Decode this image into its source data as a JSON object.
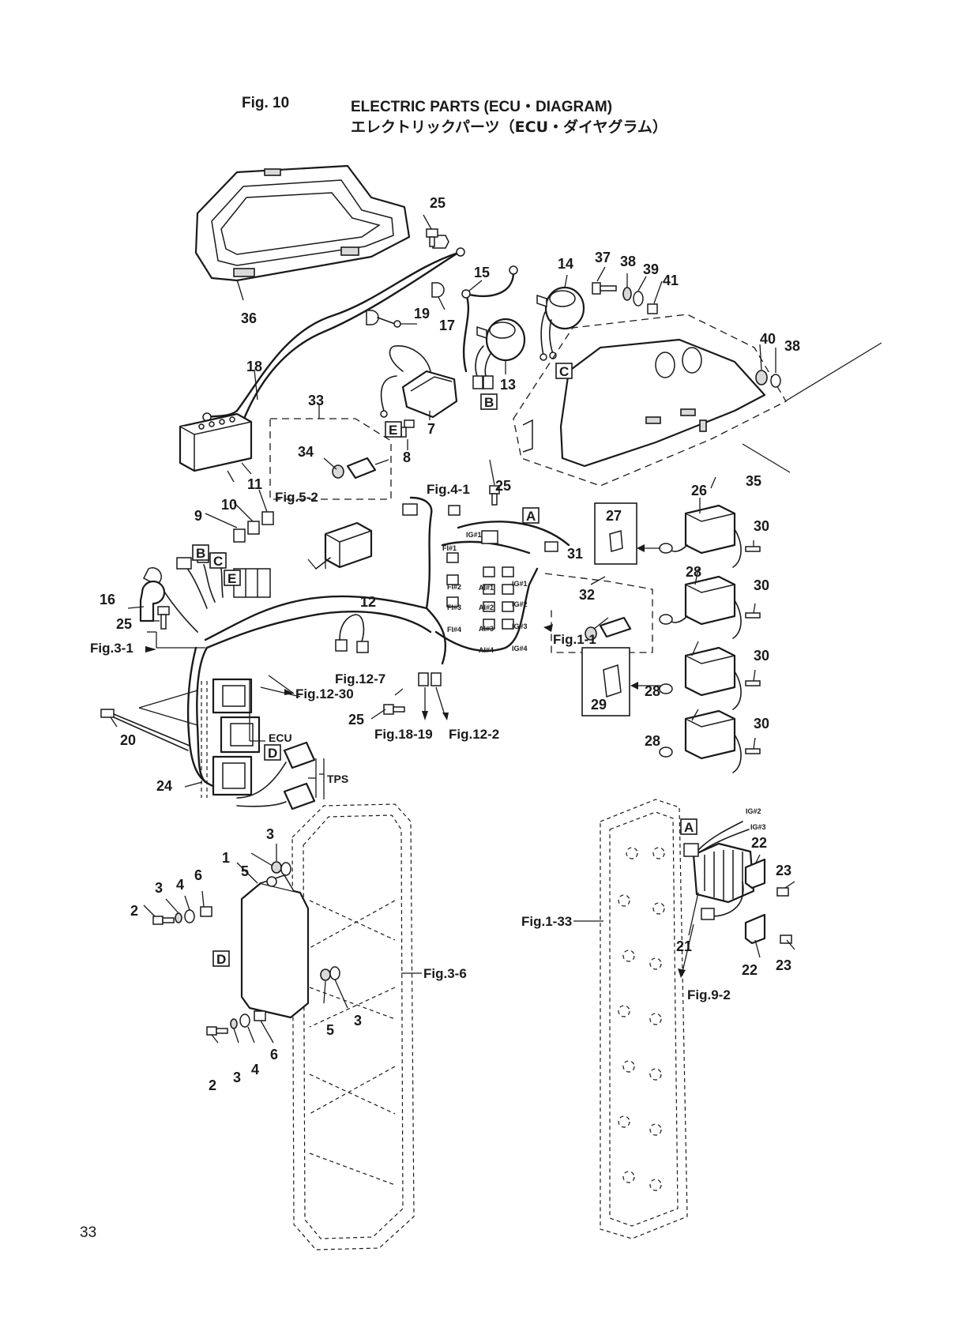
{
  "header": {
    "figure_number": "Fig. 10",
    "title_en": "ELECTRIC PARTS (ECU・DIAGRAM)",
    "title_jp": "エレクトリックパーツ（ECU・ダイヤグラム）"
  },
  "page_number": "33",
  "part_numbers": {
    "p1": "1",
    "p2a": "2",
    "p2b": "2",
    "p3a": "3",
    "p3b": "3",
    "p3c": "3",
    "p3d": "3",
    "p4a": "4",
    "p4b": "4",
    "p5a": "5",
    "p5b": "5",
    "p6a": "6",
    "p6b": "6",
    "p7": "7",
    "p8": "8",
    "p9": "9",
    "p10": "10",
    "p11": "11",
    "p12": "12",
    "p13": "13",
    "p14": "14",
    "p15": "15",
    "p16": "16",
    "p17": "17",
    "p18": "18",
    "p19": "19",
    "p20": "20",
    "p21": "21",
    "p22a": "22",
    "p22b": "22",
    "p23a": "23",
    "p23b": "23",
    "p24": "24",
    "p25a": "25",
    "p25b": "25",
    "p25c": "25",
    "p25d": "25",
    "p26": "26",
    "p27": "27",
    "p28a": "28",
    "p28b": "28",
    "p28c": "28",
    "p29": "29",
    "p30a": "30",
    "p30b": "30",
    "p30c": "30",
    "p30d": "30",
    "p31": "31",
    "p32": "32",
    "p33": "33",
    "p34": "34",
    "p35": "35",
    "p36": "36",
    "p37": "37",
    "p38a": "38",
    "p38b": "38",
    "p39": "39",
    "p40": "40",
    "p41": "41"
  },
  "figure_refs": {
    "fig5_2": "Fig.5-2",
    "fig4_1": "Fig.4-1",
    "fig3_1": "Fig.3-1",
    "fig12_30": "Fig.12-30",
    "fig12_7": "Fig.12-7",
    "fig18_19": "Fig.18-19",
    "fig12_2": "Fig.12-2",
    "fig1_1": "Fig.1-1",
    "fig1_33": "Fig.1-33",
    "fig3_6": "Fig.3-6",
    "fig9_2": "Fig.9-2"
  },
  "connector_letters": {
    "a1": "A",
    "a2": "A",
    "b1": "B",
    "b2": "B",
    "c1": "C",
    "c2": "C",
    "d1": "D",
    "d2": "D",
    "e1": "E",
    "e2": "E"
  },
  "wire_labels": {
    "fi1": "FI#1",
    "fi2": "FI#2",
    "fi3": "FI#3",
    "fi4": "FI#4",
    "ai1": "AI#1",
    "ai2": "AI#2",
    "ai3": "AI#3",
    "ai4": "AI#4",
    "ig1a": "IG#1",
    "ig1b": "IG#1",
    "ig2": "IG#2",
    "ig3": "IG#3",
    "ig4": "IG#4",
    "ig2r": "IG#2",
    "ig3r": "IG#3"
  },
  "group_labels": {
    "ecu": "ECU",
    "tps": "TPS"
  }
}
